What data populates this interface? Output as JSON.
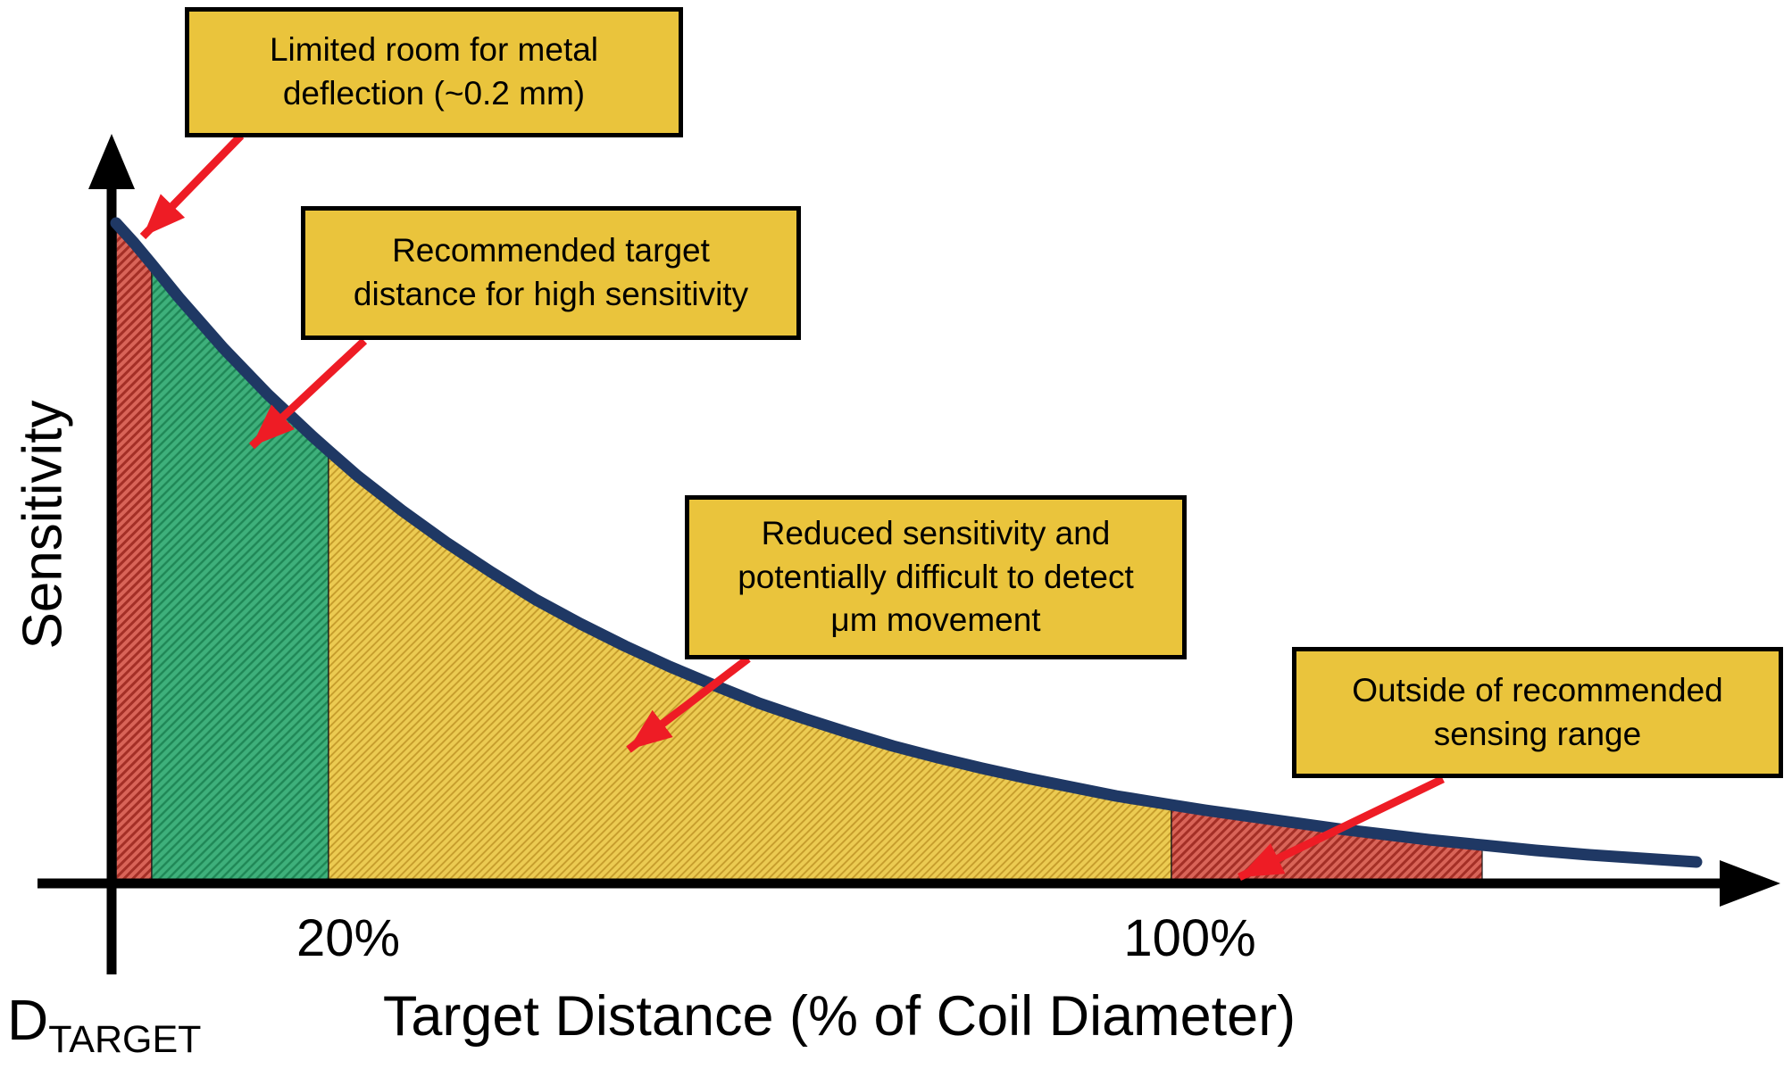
{
  "figure": {
    "y_axis_label": "Sensitivity",
    "x_axis_label": "Target Distance (% of Coil Diameter)",
    "origin_label_main": "D",
    "origin_label_sub": "TARGET",
    "tick_20": "20%",
    "tick_100": "100%"
  },
  "callouts": [
    {
      "id": "limited-deflection",
      "text": "Limited room for metal\ndeflection (~0.2 mm)"
    },
    {
      "id": "recommended",
      "text": "Recommended target\ndistance for high sensitivity"
    },
    {
      "id": "reduced-sensitivity",
      "text": "Reduced sensitivity and\npotentially difficult to detect\nμm movement"
    },
    {
      "id": "outside-range",
      "text": "Outside of recommended\nsensing range"
    }
  ],
  "colors": {
    "curve": "#1F3864",
    "axis": "#000000",
    "arrow": "#EE1C25",
    "callout_bg": "#EAC43C",
    "region_red": "#D96458",
    "region_red_hatch": "#A42F26",
    "region_green": "#3EB07B",
    "region_green_hatch": "#1F8756",
    "region_gold": "#ECCB52",
    "region_gold_hatch": "#C49A2A"
  },
  "chart_data": {
    "type": "area",
    "title": "",
    "xlabel": "Target Distance (% of Coil Diameter)",
    "ylabel": "Sensitivity",
    "x_tick_labels": [
      "20%",
      "100%"
    ],
    "x_range_pct": [
      0,
      155
    ],
    "grid": false,
    "legend": false,
    "curve": {
      "shape": "exponential-decay",
      "samples_pct_vs_relative_sensitivity": [
        [
          0,
          1.0
        ],
        [
          2,
          0.94
        ],
        [
          5,
          0.85
        ],
        [
          10,
          0.76
        ],
        [
          20,
          0.64
        ],
        [
          30,
          0.53
        ],
        [
          40,
          0.42
        ],
        [
          50,
          0.35
        ],
        [
          60,
          0.28
        ],
        [
          70,
          0.22
        ],
        [
          80,
          0.18
        ],
        [
          90,
          0.15
        ],
        [
          100,
          0.12
        ],
        [
          115,
          0.09
        ],
        [
          130,
          0.06
        ],
        [
          145,
          0.04
        ],
        [
          155,
          0.03
        ]
      ]
    },
    "regions": [
      {
        "name": "limited-deflection",
        "x_range_pct": [
          0,
          2
        ],
        "color": "red",
        "note": "Limited room for metal deflection (~0.2 mm)"
      },
      {
        "name": "recommended",
        "x_range_pct": [
          2,
          20
        ],
        "color": "green",
        "note": "Recommended target distance for high sensitivity"
      },
      {
        "name": "reduced-sensitivity",
        "x_range_pct": [
          20,
          100
        ],
        "color": "gold",
        "note": "Reduced sensitivity and potentially difficult to detect μm movement"
      },
      {
        "name": "outside-range",
        "x_range_pct": [
          100,
          130
        ],
        "color": "red",
        "note": "Outside of recommended sensing range"
      }
    ]
  }
}
